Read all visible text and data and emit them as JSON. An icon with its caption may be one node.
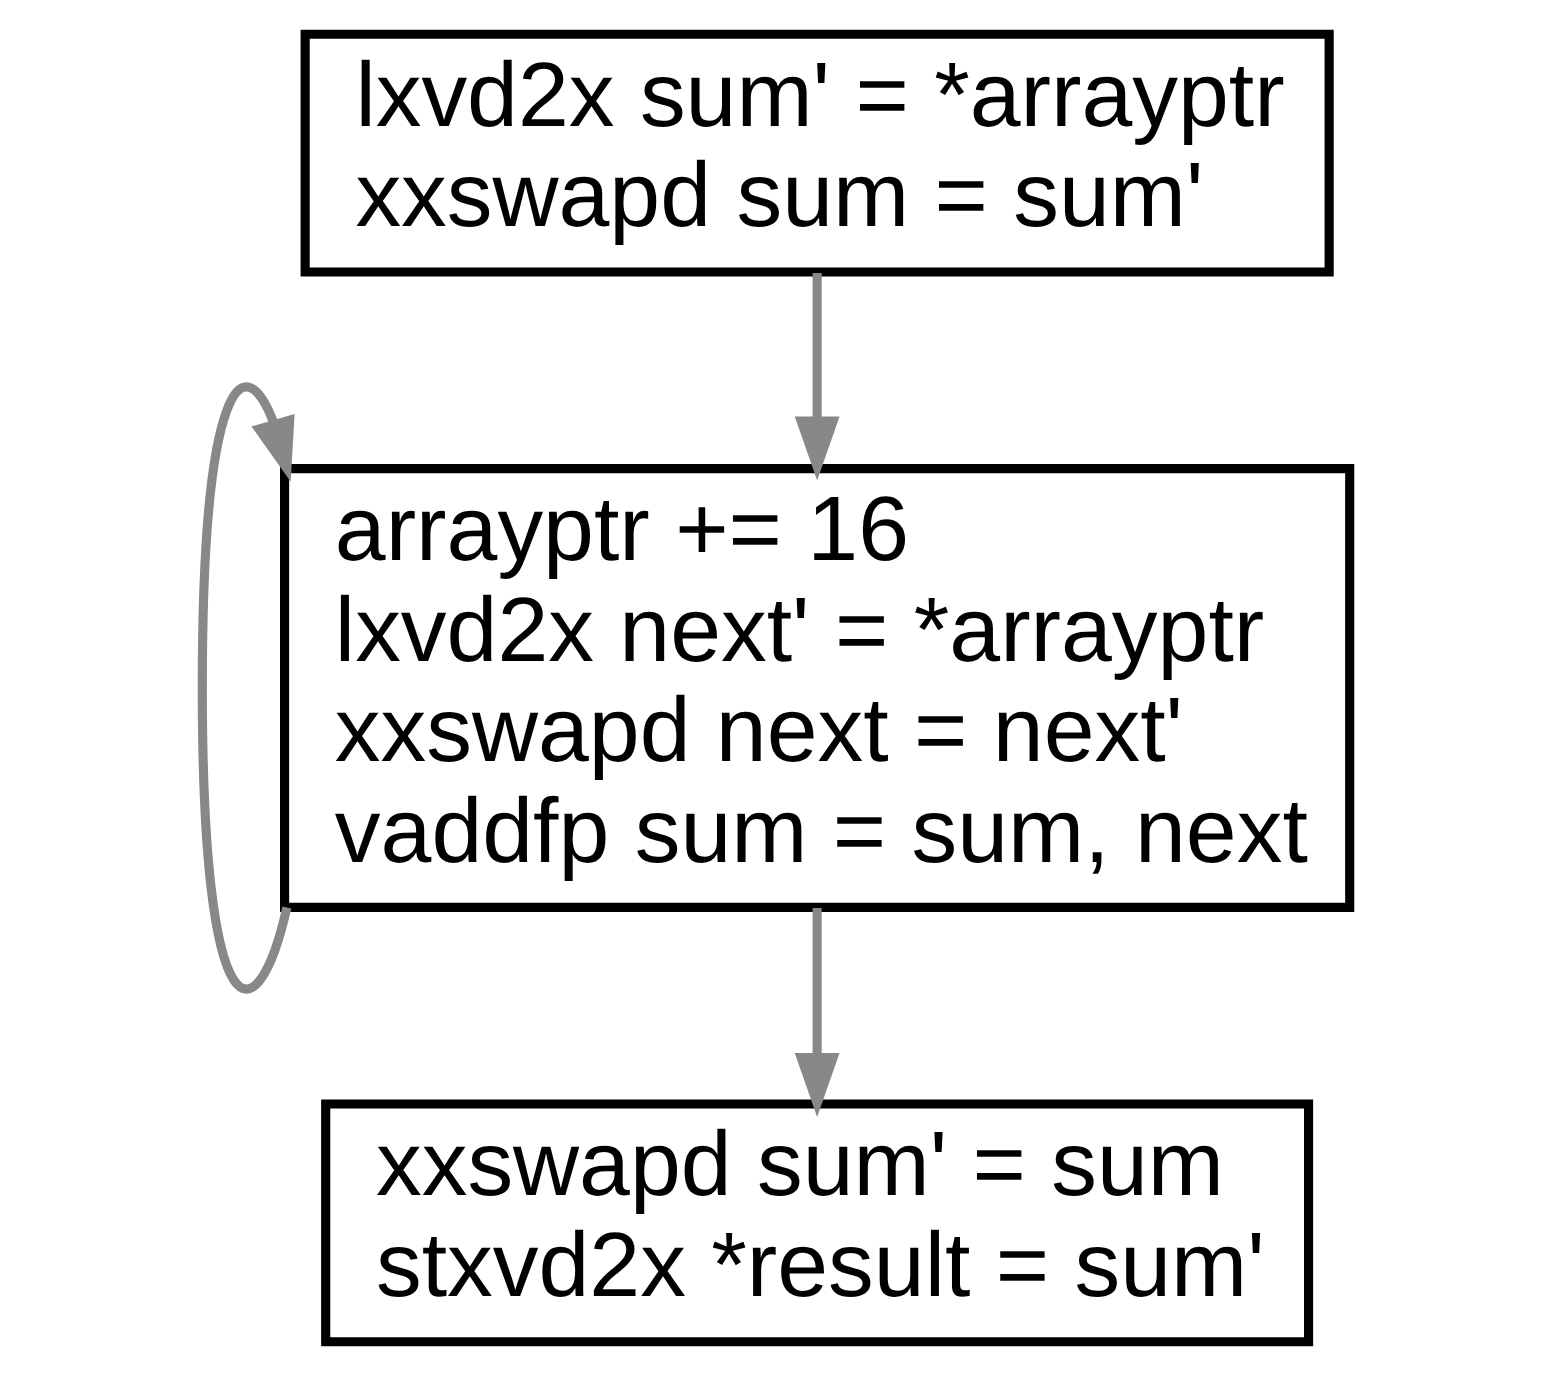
{
  "diagram": {
    "nodes": [
      {
        "text": [
          "lxvd2x sum' = *arrayptr",
          "xxswapd sum = sum'"
        ]
      },
      {
        "text": [
          "arrayptr += 16",
          "lxvd2x next' = *arrayptr",
          "xxswapd next = next'",
          "vaddfp sum = sum, next"
        ]
      },
      {
        "text": [
          "xxswapd sum' = sum",
          "stxvd2x *result = sum'"
        ]
      }
    ],
    "edges": [
      {
        "from": 0,
        "to": 1,
        "arrow": "to"
      },
      {
        "from": 1,
        "to": 1,
        "arrow": "to"
      },
      {
        "from": 1,
        "to": 2,
        "arrow": "to"
      }
    ]
  }
}
